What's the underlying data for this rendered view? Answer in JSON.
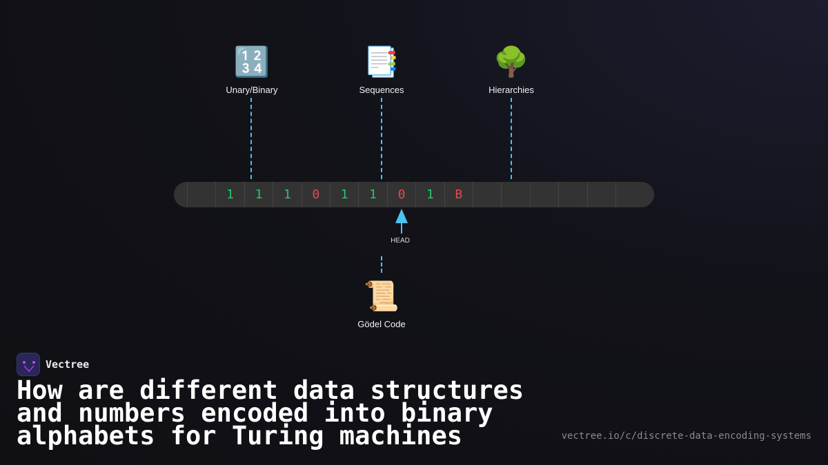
{
  "nodes": [
    {
      "icon": "🔢",
      "icon_name": "numbers-icon",
      "label": "Unary/Binary"
    },
    {
      "icon": "📑",
      "icon_name": "bookmark-tabs-icon",
      "label": "Sequences"
    },
    {
      "icon": "🌳",
      "icon_name": "tree-icon",
      "label": "Hierarchies"
    },
    {
      "icon": "📜",
      "icon_name": "scroll-icon",
      "label": "Gödel Code"
    }
  ],
  "tape": {
    "cells": [
      "",
      "1",
      "1",
      "1",
      "0",
      "1",
      "1",
      "0",
      "1",
      "B",
      "",
      "",
      "",
      "",
      "",
      ""
    ]
  },
  "head_label": "HEAD",
  "colors": {
    "one": "#22c96b",
    "zero": "#e5484d",
    "blank_symbol": "#e5484d",
    "accent": "#4cc3f0"
  },
  "brand": "Vectree",
  "title": "How are different data structures and numbers encoded into binary alphabets for Turing machines",
  "url": "vectree.io/c/discrete-data-encoding-systems"
}
